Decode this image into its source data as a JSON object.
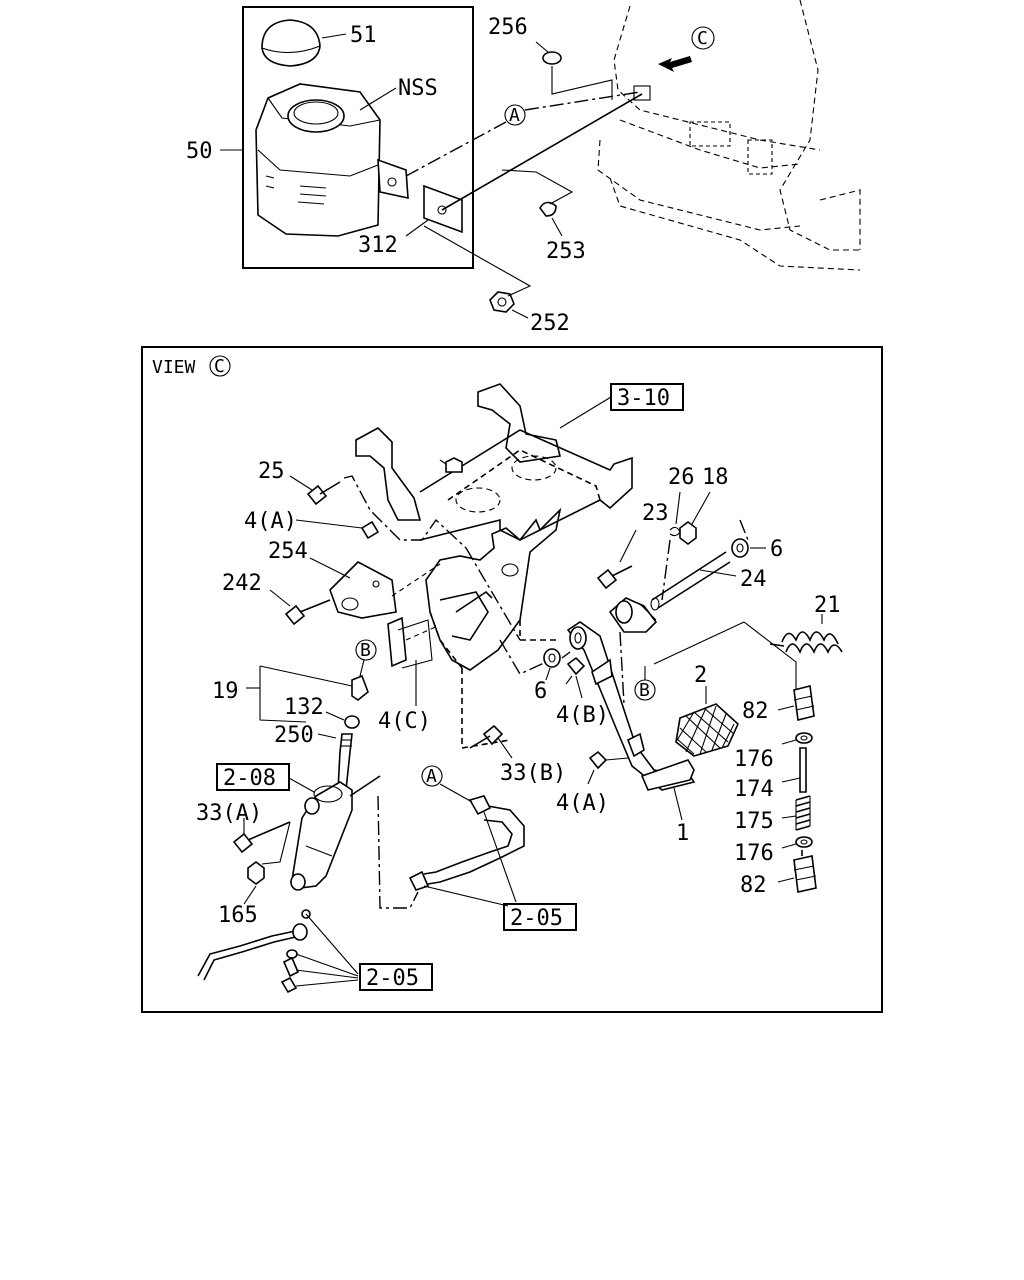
{
  "inset": {
    "labels": {
      "cap": "51",
      "reservoir": "NSS",
      "assembly": "50",
      "bracket": "312",
      "plug_256": "256",
      "plug_253": "253",
      "nut": "252"
    },
    "callout_a": "A",
    "callout_c": "C"
  },
  "view": {
    "title": "VIEW",
    "title_mark": "C",
    "ref_boxes": {
      "frame_ref": "3-10",
      "cylinder_ref": "2-08",
      "hose_ref": "2-05",
      "pipe_ref": "2-05"
    },
    "labels": {
      "bolt_25": "25",
      "clip_4a_top": "4(A)",
      "bracket_254": "254",
      "bolt_242": "242",
      "clip_26": "26",
      "nut_18": "18",
      "bolt_23": "23",
      "washer_6_right": "6",
      "shaft_24": "24",
      "spring_21": "21",
      "assy_19": "19",
      "nut_132": "132",
      "rod_250": "250",
      "clip_4c": "4(C)",
      "washer_6_left": "6",
      "clip_4b": "4(B)",
      "pad_2": "2",
      "switch_82_top": "82",
      "washer_176_top": "176",
      "rod_174": "174",
      "spring_175": "175",
      "washer_176_bottom": "176",
      "switch_82_bottom": "82",
      "bolt_33b": "33(B)",
      "bolt_33a": "33(A)",
      "clip_4a_bottom": "4(A)",
      "pedal_1": "1",
      "nut_165": "165"
    },
    "callouts": {
      "b_top": "B",
      "b_pedal": "B",
      "a_hose": "A"
    }
  }
}
